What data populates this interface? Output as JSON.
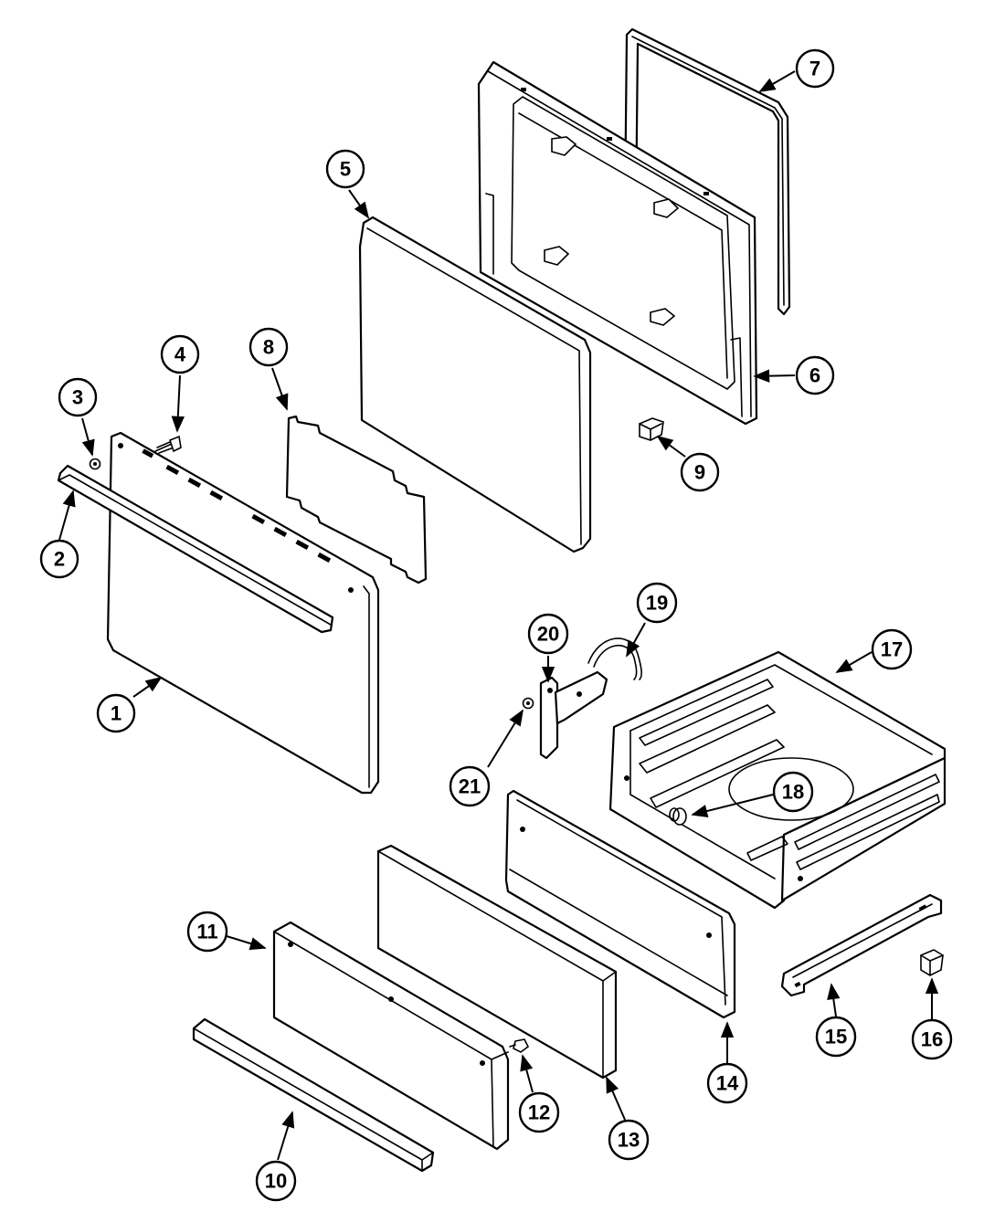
{
  "diagram": {
    "colors": {
      "line": "#000000",
      "background": "#ffffff"
    },
    "callouts": [
      {
        "id": "1",
        "label": "1"
      },
      {
        "id": "2",
        "label": "2"
      },
      {
        "id": "3",
        "label": "3"
      },
      {
        "id": "4",
        "label": "4"
      },
      {
        "id": "5",
        "label": "5"
      },
      {
        "id": "6",
        "label": "6"
      },
      {
        "id": "7",
        "label": "7"
      },
      {
        "id": "8",
        "label": "8"
      },
      {
        "id": "9",
        "label": "9"
      },
      {
        "id": "10",
        "label": "10"
      },
      {
        "id": "11",
        "label": "11"
      },
      {
        "id": "12",
        "label": "12"
      },
      {
        "id": "13",
        "label": "13"
      },
      {
        "id": "14",
        "label": "14"
      },
      {
        "id": "15",
        "label": "15"
      },
      {
        "id": "16",
        "label": "16"
      },
      {
        "id": "17",
        "label": "17"
      },
      {
        "id": "18",
        "label": "18"
      },
      {
        "id": "19",
        "label": "19"
      },
      {
        "id": "20",
        "label": "20"
      },
      {
        "id": "21",
        "label": "21"
      }
    ]
  }
}
